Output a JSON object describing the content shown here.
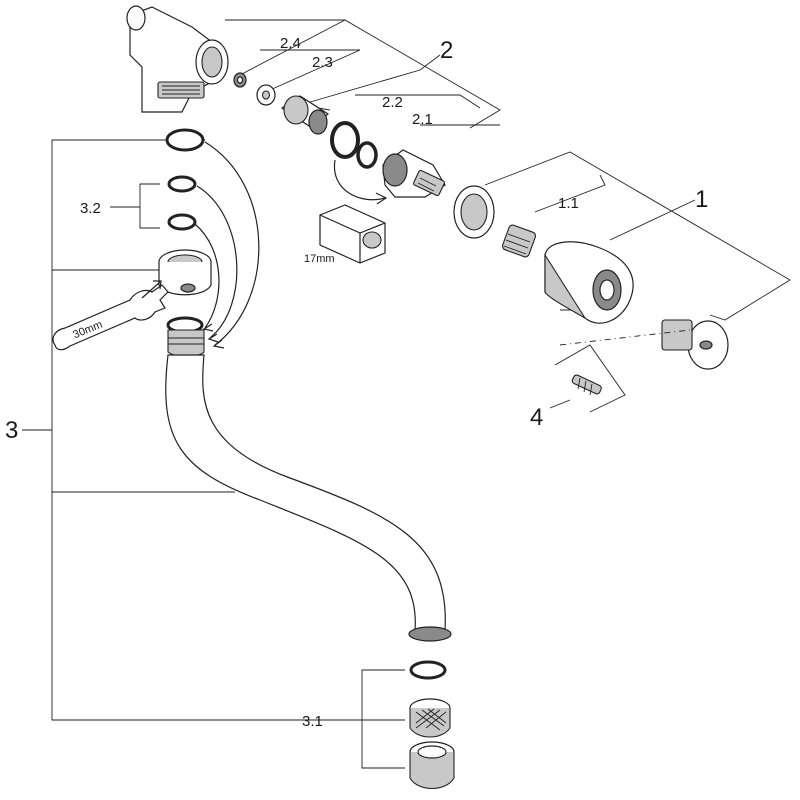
{
  "labels": {
    "l1": "1",
    "l1_1": "1.1",
    "l2": "2",
    "l2_1": "2.1",
    "l2_2": "2.2",
    "l2_3": "2.3",
    "l2_4": "2.4",
    "l3": "3",
    "l3_1": "3.1",
    "l3_2": "3.2",
    "l4": "4",
    "wrench_17": "17mm",
    "wrench_30": "30mm"
  }
}
